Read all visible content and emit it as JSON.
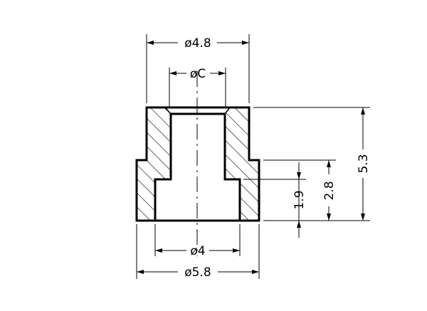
{
  "drawing": {
    "dimensions": {
      "top_outer_diameter": "ø4.8",
      "bore_diameter": "øC",
      "counterbore_diameter": "ø4",
      "base_outer_diameter": "ø5.8",
      "overall_height": "5.3",
      "base_height": "2.8",
      "counterbore_depth": "1.9"
    },
    "colors": {
      "line": "#000000",
      "background": "#ffffff"
    }
  }
}
